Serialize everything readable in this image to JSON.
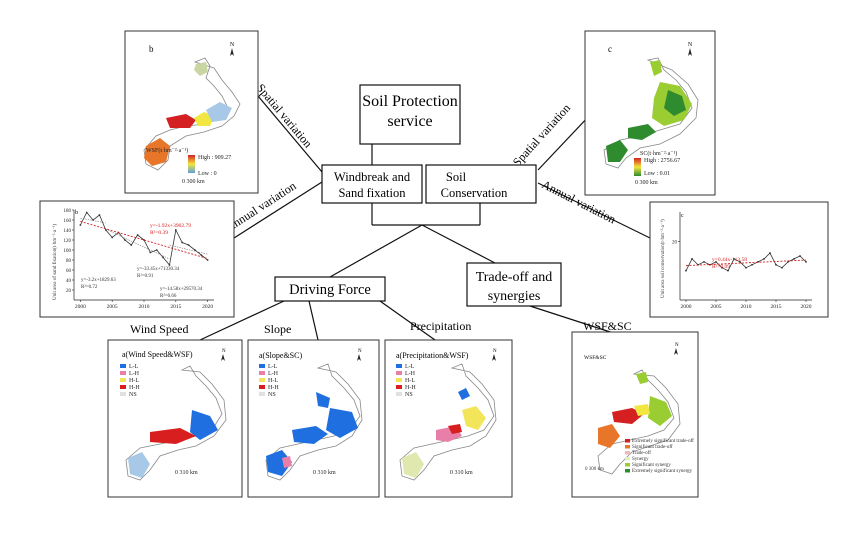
{
  "center": {
    "title_line1": "Soil Protection",
    "title_line2": "service",
    "wsf_line1": "Windbreak and",
    "wsf_line2": "Sand fixation",
    "sc_line1": "Soil",
    "sc_line2": "Conservation",
    "driving_force": "Driving Force",
    "tradeoff_line1": "Trade-off and",
    "tradeoff_line2": "synergies"
  },
  "connectors": {
    "spatial_left": "Spatial variation",
    "annual_left": "Annual variation",
    "spatial_right": "Spatial variation",
    "annual_right": "Annual variation",
    "wind_speed": "Wind Speed",
    "slope": "Slope",
    "precipitation": "Precipitation",
    "wsf_sc": "WSF&SC"
  },
  "map_b": {
    "letter": "b",
    "legend_title": "WSF(t·hm⁻²·a⁻¹)",
    "high": "High : 909.27",
    "low": "Low : 0",
    "scale": "0      300 km",
    "north": "N"
  },
  "map_c": {
    "letter": "c",
    "legend_title": "SC(t·hm⁻²·a⁻¹)",
    "high": "High : 2756.67",
    "low": "Low : 0.01",
    "scale": "0      300 km",
    "north": "N"
  },
  "chart_left": {
    "letter": "b",
    "ylabel": "Unit area of sand fixation(t·hm⁻²·a⁻¹)",
    "eq_red": "y=-1.92x+3902.79",
    "r2_red": "R²=0.39",
    "eq1": "y=-3.2x+1829.63",
    "r2_1": "R²=0.72",
    "eq2": "y=-33.45x+71330.34",
    "r2_2": "R²=0.91",
    "eq3": "y=-14.58x+29570.34",
    "r2_3": "R²=0.66"
  },
  "chart_right": {
    "letter": "c",
    "ylabel": "Unit area soil conservation(t·hm⁻²·a⁻¹)",
    "eq": "y=0.44x-113.58",
    "r2": "R²=0.09"
  },
  "chart_data": [
    {
      "type": "line",
      "x": [
        2000,
        2001,
        2002,
        2003,
        2004,
        2005,
        2006,
        2007,
        2008,
        2009,
        2010,
        2011,
        2012,
        2013,
        2014,
        2015,
        2016,
        2017,
        2018,
        2019,
        2020
      ],
      "series": [
        {
          "values": [
            150,
            175,
            160,
            170,
            140,
            125,
            135,
            120,
            110,
            130,
            120,
            95,
            100,
            85,
            70,
            140,
            115,
            110,
            100,
            90,
            80
          ]
        }
      ],
      "xticks": [
        2000,
        2005,
        2010,
        2015,
        2020
      ],
      "yticks": [
        20,
        40,
        60,
        80,
        100,
        120,
        140,
        160,
        180
      ],
      "ylim": [
        0,
        180
      ],
      "xlim": [
        1999,
        2021
      ]
    },
    {
      "type": "line",
      "x": [
        2000,
        2001,
        2002,
        2003,
        2004,
        2005,
        2006,
        2007,
        2008,
        2009,
        2010,
        2011,
        2012,
        2013,
        2014,
        2015,
        2016,
        2017,
        2018,
        2019,
        2020
      ],
      "series": [
        {
          "values": [
            10,
            14,
            12,
            13,
            12,
            13,
            11,
            10,
            14,
            13,
            11,
            12,
            13,
            14,
            16,
            12,
            11,
            13,
            14,
            15,
            13
          ]
        }
      ],
      "xticks": [
        2000,
        2005,
        2010,
        2015,
        2020
      ],
      "yticks": [
        20
      ],
      "ylim": [
        0,
        30
      ],
      "xlim": [
        1999,
        2021
      ]
    }
  ],
  "panel_a1": {
    "title": "a(Wind Speed&WSF)",
    "legend": [
      "L-L",
      "L-H",
      "H-L",
      "H-H",
      "NS"
    ],
    "scale": "0      310 km",
    "north": "N"
  },
  "panel_a2": {
    "title": "a(Slope&SC)",
    "legend": [
      "L-L",
      "L-H",
      "H-L",
      "H-H",
      "NS"
    ],
    "scale": "0      310 km",
    "north": "N"
  },
  "panel_a3": {
    "title": "a(Precipitation&WSF)",
    "legend": [
      "L-L",
      "L-H",
      "H-L",
      "H-H",
      "NS"
    ],
    "scale": "0      310 km",
    "north": "N"
  },
  "panel_tradeoff": {
    "title": "WSF&SC",
    "legend": [
      "Extremely significant trade-off",
      "Significant trade-off",
      "Trade-off",
      "Synergy",
      "Significant synergy",
      "Extremely significant synergy"
    ],
    "scale": "0      300 km",
    "north": "N"
  },
  "colors": {
    "ll": "#1f6fe0",
    "lh": "#e87fa8",
    "hl": "#f3e55a",
    "hh": "#d81e1e",
    "ns": "#e0e0e0",
    "green_dark": "#2e8b2e",
    "green_light": "#9acd32",
    "orange": "#e8762a",
    "red": "#d42020",
    "yellow": "#f2e640",
    "blue_light": "#a8c8e8"
  }
}
